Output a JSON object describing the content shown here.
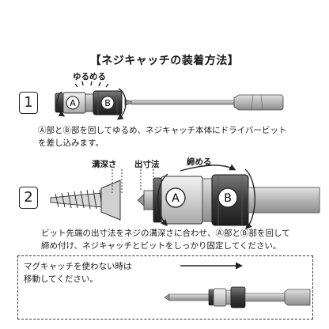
{
  "title": "【ネジキャッチの装着方法】",
  "step1": {
    "number": "1",
    "label_loosen": "ゆるめる",
    "collar_a": "A",
    "collar_b": "B",
    "text_line1": "Ⓐ部とⒷ部を回してゆるめ、ネジキャッチ本体にドライバービット",
    "text_line2": "を差し込みます。"
  },
  "step2": {
    "number": "2",
    "label_groove": "溝深さ",
    "label_protrusion": "出寸法",
    "label_tighten": "締める",
    "collar_a": "A",
    "collar_b": "B",
    "text_line1": "ビット先端の出寸法をネジの溝深さに合わせ、Ⓐ部とⒷ部を回して",
    "text_line2": "締め付け、ネジキャッチとビットをしっかり固定してください。"
  },
  "tip": {
    "text_line1": "マグキャッチを使わない時は",
    "text_line2": "移動してください。"
  }
}
